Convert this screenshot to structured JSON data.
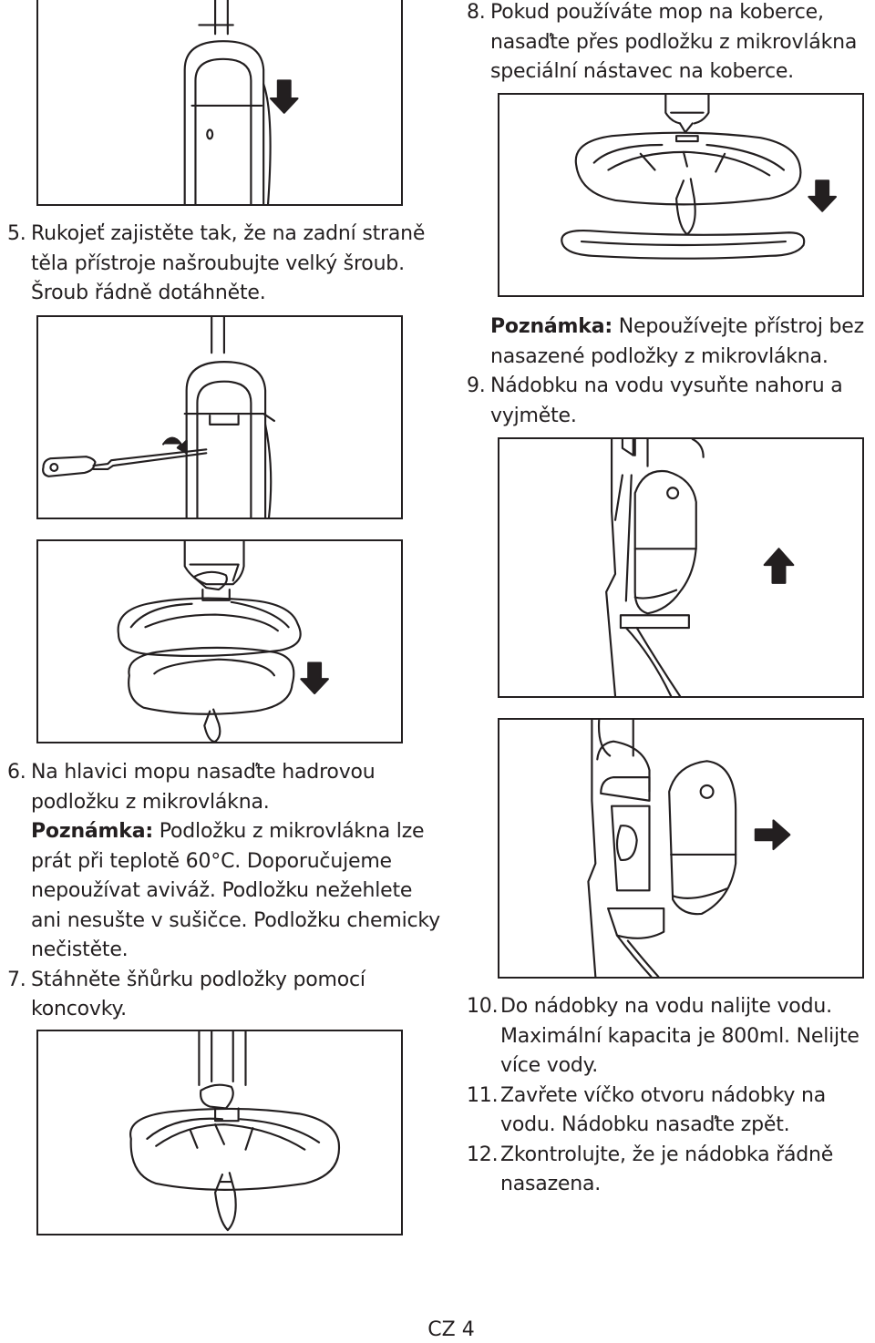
{
  "step5": {
    "num": "5.",
    "text": "Rukojeť zajistěte tak, že na zadní straně těla přístroje našroubujte velký šroub. Šroub řádně dotáhněte."
  },
  "step6": {
    "num": "6.",
    "text": "Na hlavici mopu nasaďte hadrovou podložku z mikrovlákna."
  },
  "note6": {
    "label": "Poznámka:",
    "text": " Podložku z mikrovlákna lze prát při teplotě 60°C. Doporučujeme nepoužívat aviváž. Podložku nežehlete ani nesušte v sušičce. Podložku chemicky nečistěte."
  },
  "step7": {
    "num": "7.",
    "text": "Stáhněte šňůrku podložky pomocí koncovky."
  },
  "step8": {
    "num": "8.",
    "text": "Pokud používáte mop na koberce, nasaďte přes podložku z mikrovlákna speciální nástavec na koberce."
  },
  "note8": {
    "label": "Poznámka:",
    "text": " Nepoužívejte přístroj bez nasazené podložky z mikrovlákna."
  },
  "step9": {
    "num": "9.",
    "text": "Nádobku na vodu vysuňte nahoru a vyjměte."
  },
  "step10": {
    "num": "10.",
    "text": "Do nádobky na vodu nalijte vodu. Maximální kapacita je 800ml. Nelijte více vody."
  },
  "step11": {
    "num": "11.",
    "text": "Zavřete víčko otvoru nádobky na vodu. Nádobku nasaďte zpět."
  },
  "step12": {
    "num": "12.",
    "text": "Zkontrolujte, že je nádobka řádně nasazena."
  },
  "footer": {
    "page_label": "CZ 4"
  }
}
